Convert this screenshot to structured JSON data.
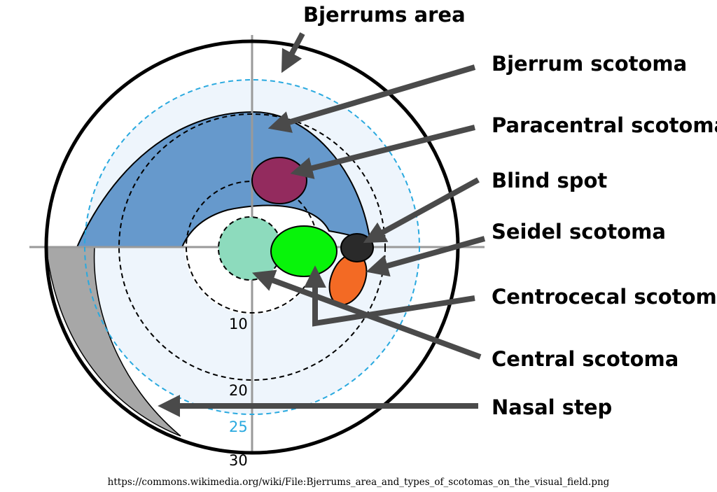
{
  "labels": {
    "bjerrums_area": "Bjerrums area",
    "bjerrum_scotoma": "Bjerrum scotoma",
    "paracentral_scotoma": "Paracentral scotoma",
    "blind_spot": "Blind spot",
    "seidel_scotoma": "Seidel scotoma",
    "centrocecal_scotoma": "Centrocecal scotoma",
    "central_scotoma": "Central scotoma",
    "nasal_step": "Nasal step"
  },
  "rings": {
    "r10": "10",
    "r20": "20",
    "r25": "25",
    "r30": "30"
  },
  "source": "https://commons.wikimedia.org/wiki/File:Bjerrums_area_and_types_of_scotomas_on_the_visual_field.png",
  "colors": {
    "bjerrum_area_fill": "#eef5fc",
    "bjerrum_scotoma": "#6699cc",
    "paracentral_scotoma": "#932b5e",
    "central_scotoma": "#8ddbbd",
    "centrocecal_scotoma": "#08f40a",
    "blind_spot": "#2a2a2a",
    "seidel_scotoma": "#f36a24",
    "nasal_step": "#a7a7a7",
    "ring_25": "#29a9df",
    "arrow": "#4a4a4a"
  }
}
